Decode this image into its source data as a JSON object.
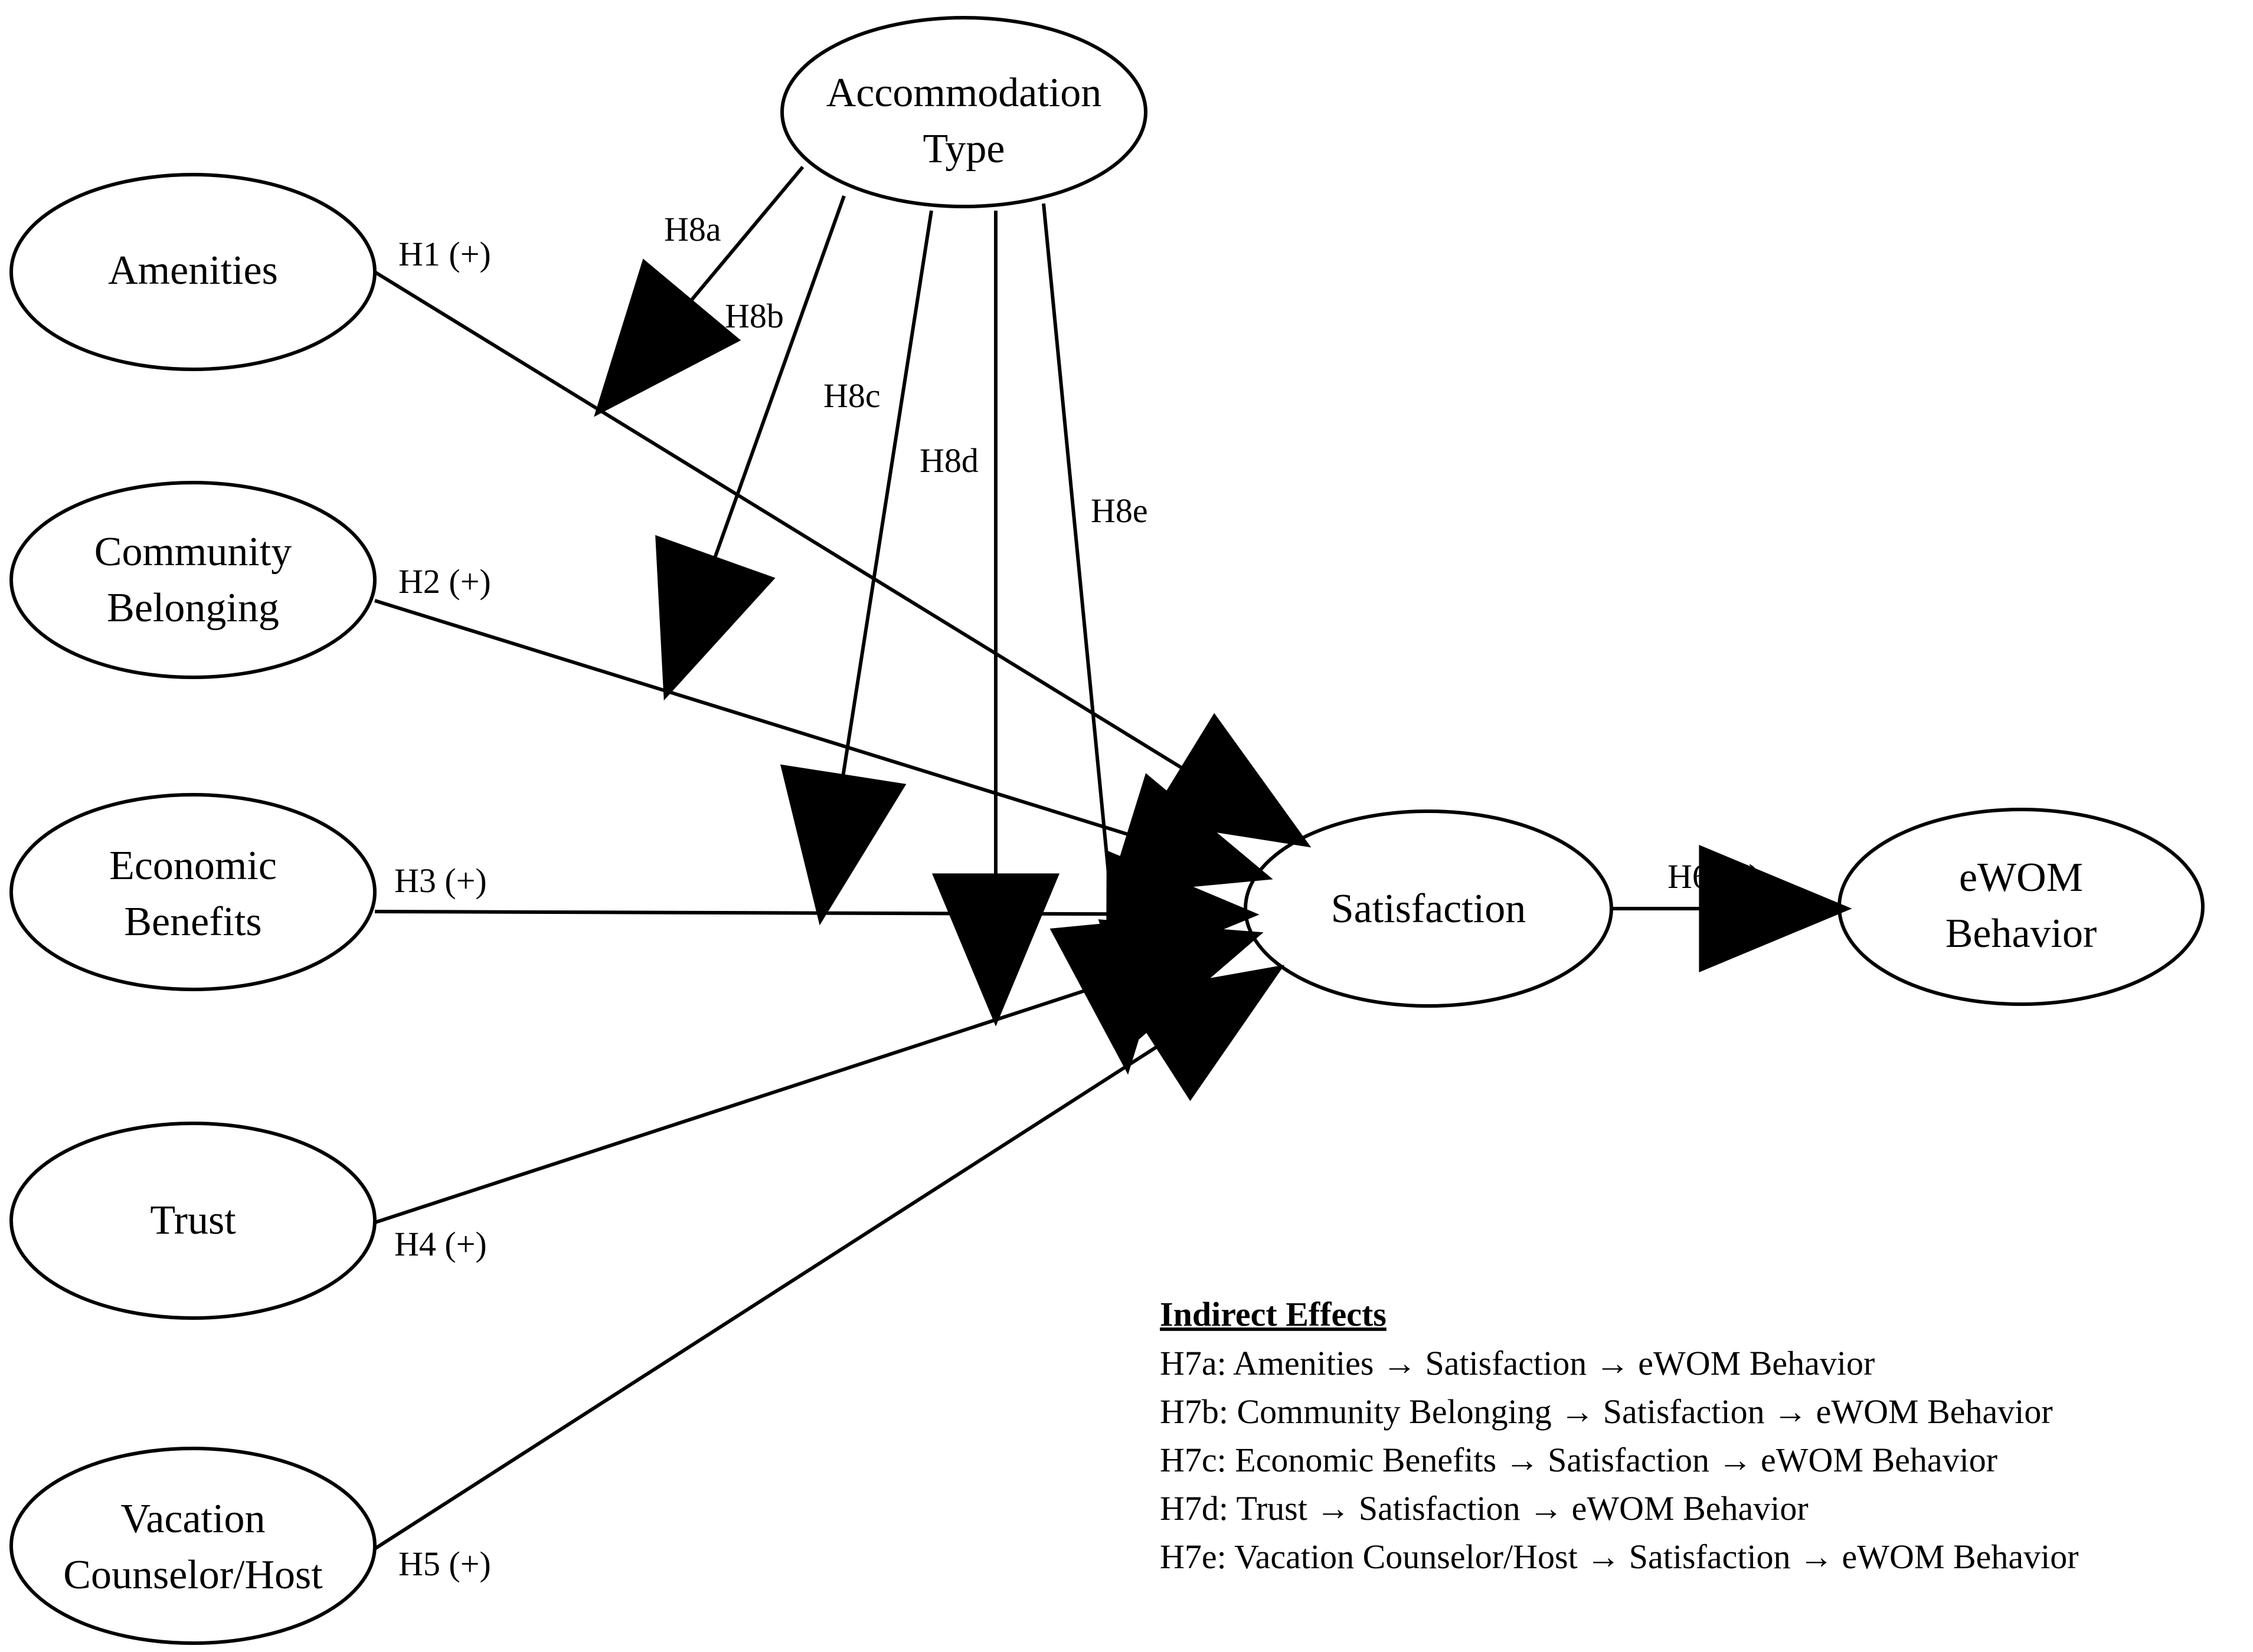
{
  "nodes": {
    "accommodation": {
      "lines": [
        "Accommodation",
        "Type"
      ]
    },
    "amenities": {
      "lines": [
        "Amenities"
      ]
    },
    "community": {
      "lines": [
        "Community",
        "Belonging"
      ]
    },
    "economic": {
      "lines": [
        "Economic",
        "Benefits"
      ]
    },
    "trust": {
      "lines": [
        "Trust"
      ]
    },
    "vacation": {
      "lines": [
        "Vacation",
        "Counselor/Host"
      ]
    },
    "satisfaction": {
      "lines": [
        "Satisfaction"
      ]
    },
    "ewom": {
      "lines": [
        "eWOM",
        "Behavior"
      ]
    }
  },
  "hypotheses": {
    "h1": "H1 (+)",
    "h2": "H2 (+)",
    "h3": "H3 (+)",
    "h4": "H4 (+)",
    "h5": "H5 (+)",
    "h6": "H6 (+)",
    "h8a": "H8a",
    "h8b": "H8b",
    "h8c": "H8c",
    "h8d": "H8d",
    "h8e": "H8e"
  },
  "legend": {
    "title": "Indirect Effects",
    "lines": [
      "H7a: Amenities → Satisfaction → eWOM Behavior",
      "H7b: Community Belonging → Satisfaction → eWOM Behavior",
      "H7c: Economic Benefits → Satisfaction → eWOM Behavior",
      "H7d: Trust → Satisfaction → eWOM Behavior",
      "H7e: Vacation Counselor/Host → Satisfaction → eWOM Behavior"
    ]
  },
  "colors": {
    "stroke": "#000000",
    "background": "#ffffff"
  }
}
